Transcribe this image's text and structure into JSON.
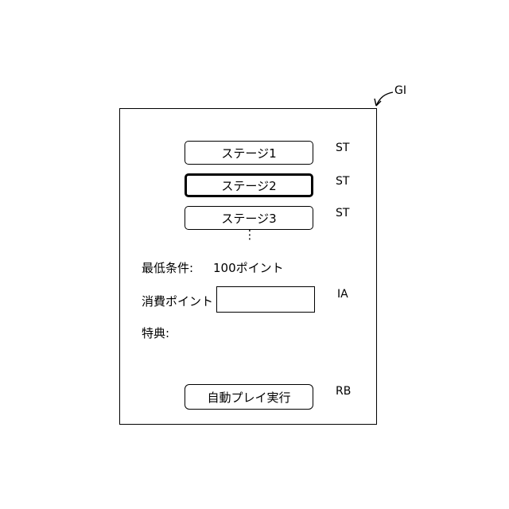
{
  "figure": {
    "screen_ref": "GI",
    "stage_buttons": [
      {
        "label": "ステージ1",
        "ref": "ST"
      },
      {
        "label": "ステージ2",
        "ref": "ST",
        "selected": true
      },
      {
        "label": "ステージ3",
        "ref": "ST"
      }
    ],
    "continuation_mark": "⋮",
    "min_condition": {
      "label": "最低条件:",
      "value": "100ポイント"
    },
    "consume_points": {
      "label": "消費ポイント",
      "input_value": "",
      "ref": "IA"
    },
    "bonus": {
      "label": "特典:"
    },
    "auto_play_button": {
      "label": "自動プレイ実行",
      "ref": "RB"
    }
  }
}
